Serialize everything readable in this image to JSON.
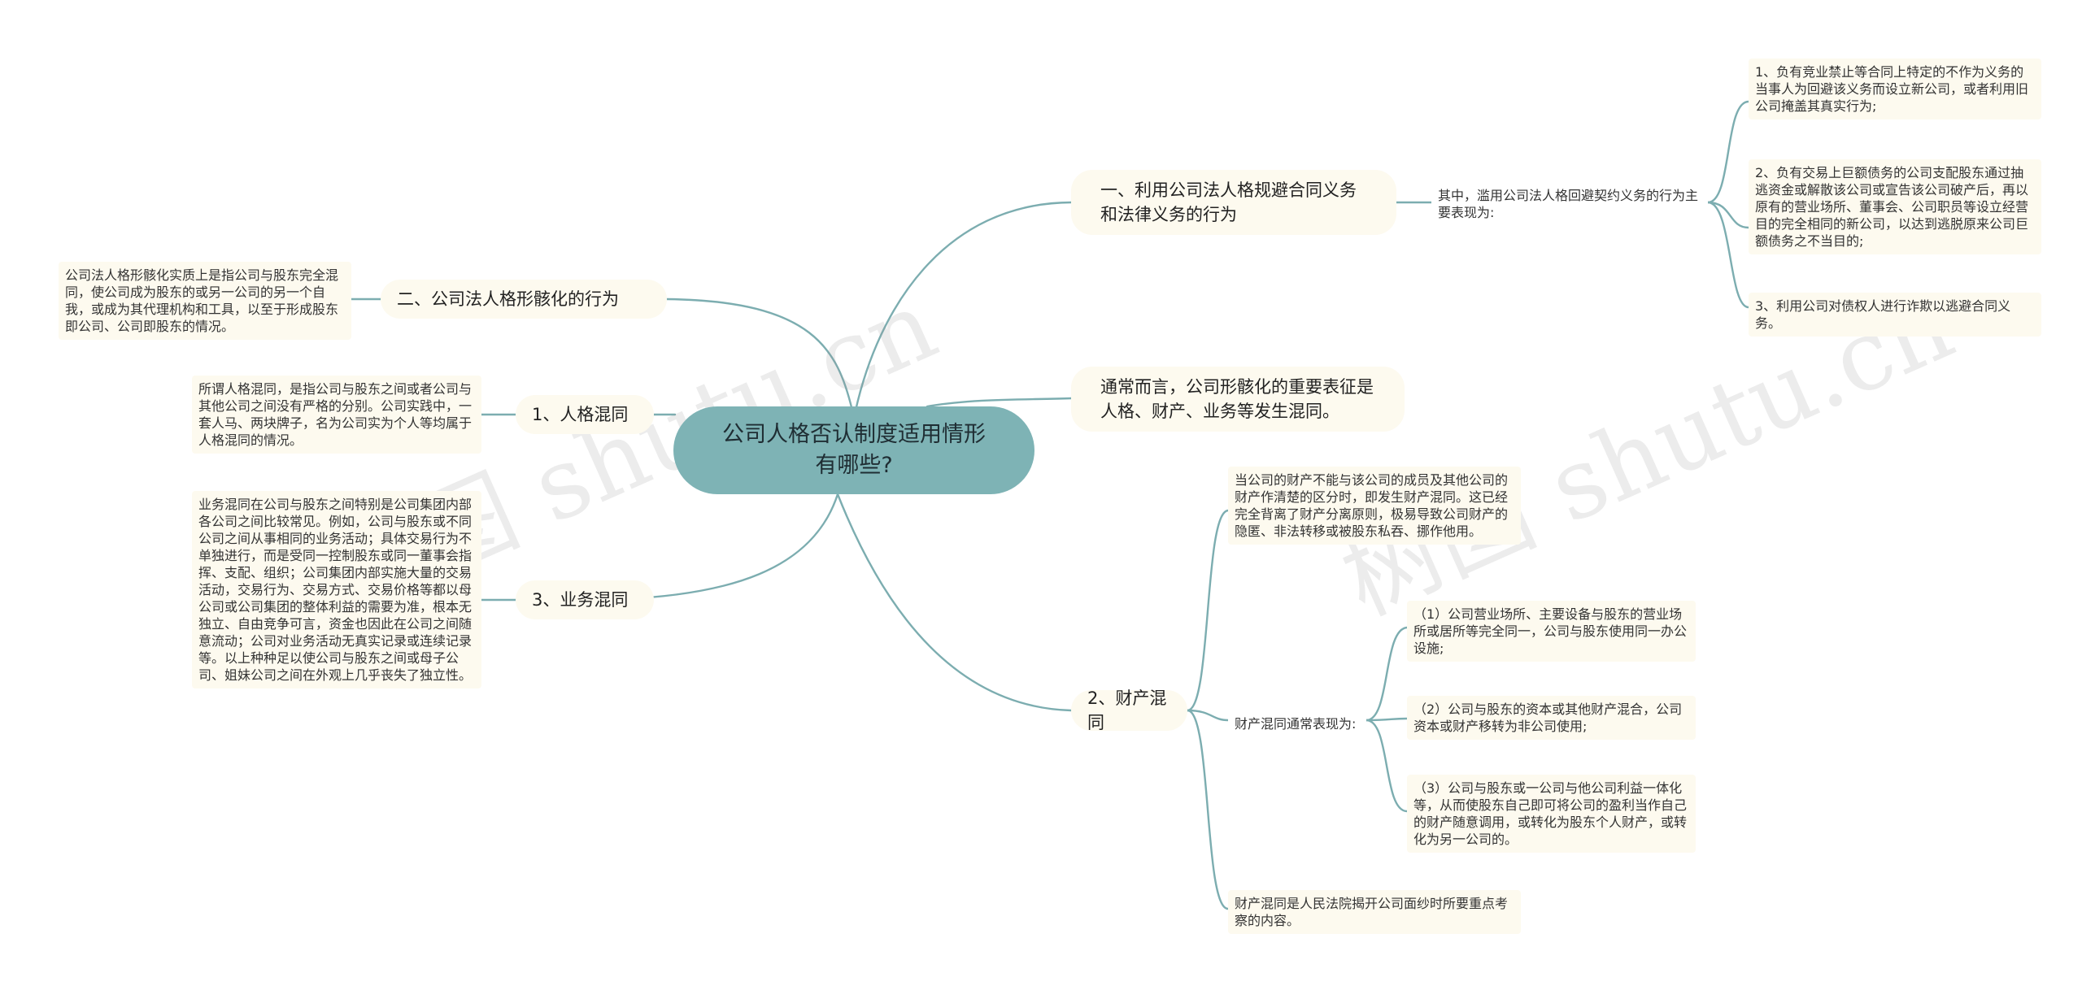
{
  "root": {
    "label": "公司人格否认制度适用情形有哪些?"
  },
  "right": {
    "branch1": {
      "label": "一、利用公司法人格规避合同义务和法律义务的行为",
      "intro": "其中，滥用公司法人格回避契约义务的行为主要表现为:",
      "items": [
        "1、负有竞业禁止等合同上特定的不作为义务的当事人为回避该义务而设立新公司，或者利用旧公司掩盖其真实行为;",
        "2、负有交易上巨额债务的公司支配股东通过抽逃资金或解散该公司或宣告该公司破产后，再以原有的营业场所、董事会、公司职员等设立经营目的完全相同的新公司，以达到逃脱原来公司巨额债务之不当目的;",
        "3、利用公司对债权人进行诈欺以逃避合同义务。"
      ]
    },
    "branch2": {
      "label": "通常而言，公司形骸化的重要表征是人格、财产、业务等发生混同。"
    },
    "branch3": {
      "label": "2、财产混同",
      "text1": "当公司的财产不能与该公司的成员及其他公司的财产作清楚的区分时，即发生财产混同。这已经完全背离了财产分离原则，极易导致公司财产的隐匿、非法转移或被股东私吞、挪作他用。",
      "sub_label": "财产混同通常表现为:",
      "items": [
        "（1）公司营业场所、主要设备与股东的营业场所或居所等完全同一，公司与股东使用同一办公设施;",
        "（2）公司与股东的资本或其他财产混合，公司资本或财产移转为非公司使用;",
        "（3）公司与股东或一公司与他公司利益一体化等，从而使股东自己即可将公司的盈利当作自己的财产随意调用，或转化为股东个人财产，或转化为另一公司的。"
      ],
      "text2": "财产混同是人民法院揭开公司面纱时所要重点考察的内容。"
    }
  },
  "left": {
    "branch1": {
      "label": "二、公司法人格形骸化的行为",
      "text": "公司法人格形骸化实质上是指公司与股东完全混同，使公司成为股东的或另一公司的另一个自我，或成为其代理机构和工具，以至于形成股东即公司、公司即股东的情况。"
    },
    "branch2": {
      "label": "1、人格混同",
      "text": "所谓人格混同，是指公司与股东之间或者公司与其他公司之间没有严格的分别。公司实践中，一套人马、两块牌子，名为公司实为个人等均属于人格混同的情况。"
    },
    "branch3": {
      "label": "3、业务混同",
      "text": "业务混同在公司与股东之间特别是公司集团内部各公司之间比较常见。例如，公司与股东或不同公司之间从事相同的业务活动；具体交易行为不单独进行，而是受同一控制股东或同一董事会指挥、支配、组织；公司集团内部实施大量的交易活动，交易行为、交易方式、交易价格等都以母公司或公司集团的整体利益的需要为准，根本无独立、自由竞争可言，资金也因此在公司之间随意流动；公司对业务活动无真实记录或连续记录等。以上种种足以使公司与股东之间或母子公司、姐妹公司之间在外观上几乎丧失了独立性。"
    }
  },
  "watermark": {
    "text": "树图 shutu.cn"
  },
  "colors": {
    "link": "#7cadb0",
    "root_fill": "#7eb3b5",
    "node_fill": "#fdfaef"
  }
}
